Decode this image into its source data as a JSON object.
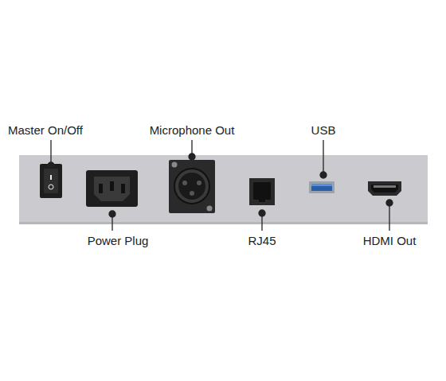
{
  "diagram": {
    "labels": [
      "Master On/Off",
      "Microphone Out",
      "USB",
      "Power Plug",
      "RJ45",
      "HDMI Out"
    ]
  }
}
